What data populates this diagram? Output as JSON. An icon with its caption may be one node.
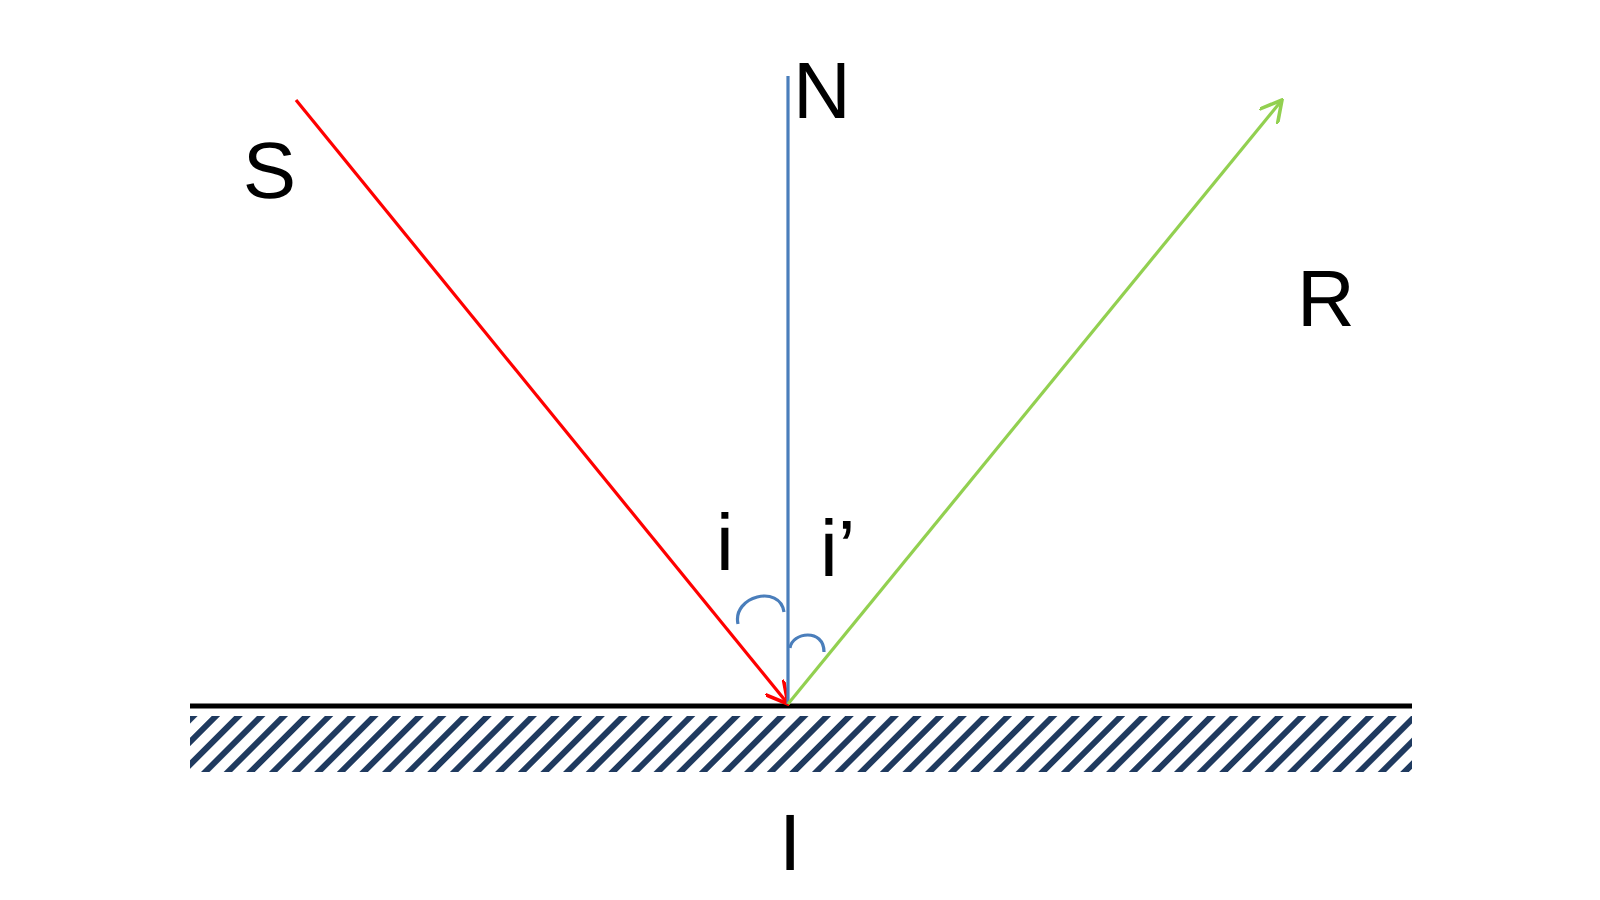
{
  "diagram": {
    "nodes": [
      {
        "text": [
          "S"
        ]
      },
      {
        "text": [
          "N"
        ]
      },
      {
        "text": [
          "R"
        ]
      },
      {
        "text": [
          "I"
        ]
      }
    ],
    "edges": [
      {
        "from": 0,
        "to": 3,
        "arrow": "to",
        "color": "#ff0000"
      },
      {
        "from": 1,
        "to": 3,
        "arrow": "none",
        "color": "#4a7ebb"
      },
      {
        "from": 3,
        "to": 2,
        "arrow": "to",
        "color": "#92d050"
      }
    ],
    "labels": [
      "i",
      "i’"
    ]
  }
}
